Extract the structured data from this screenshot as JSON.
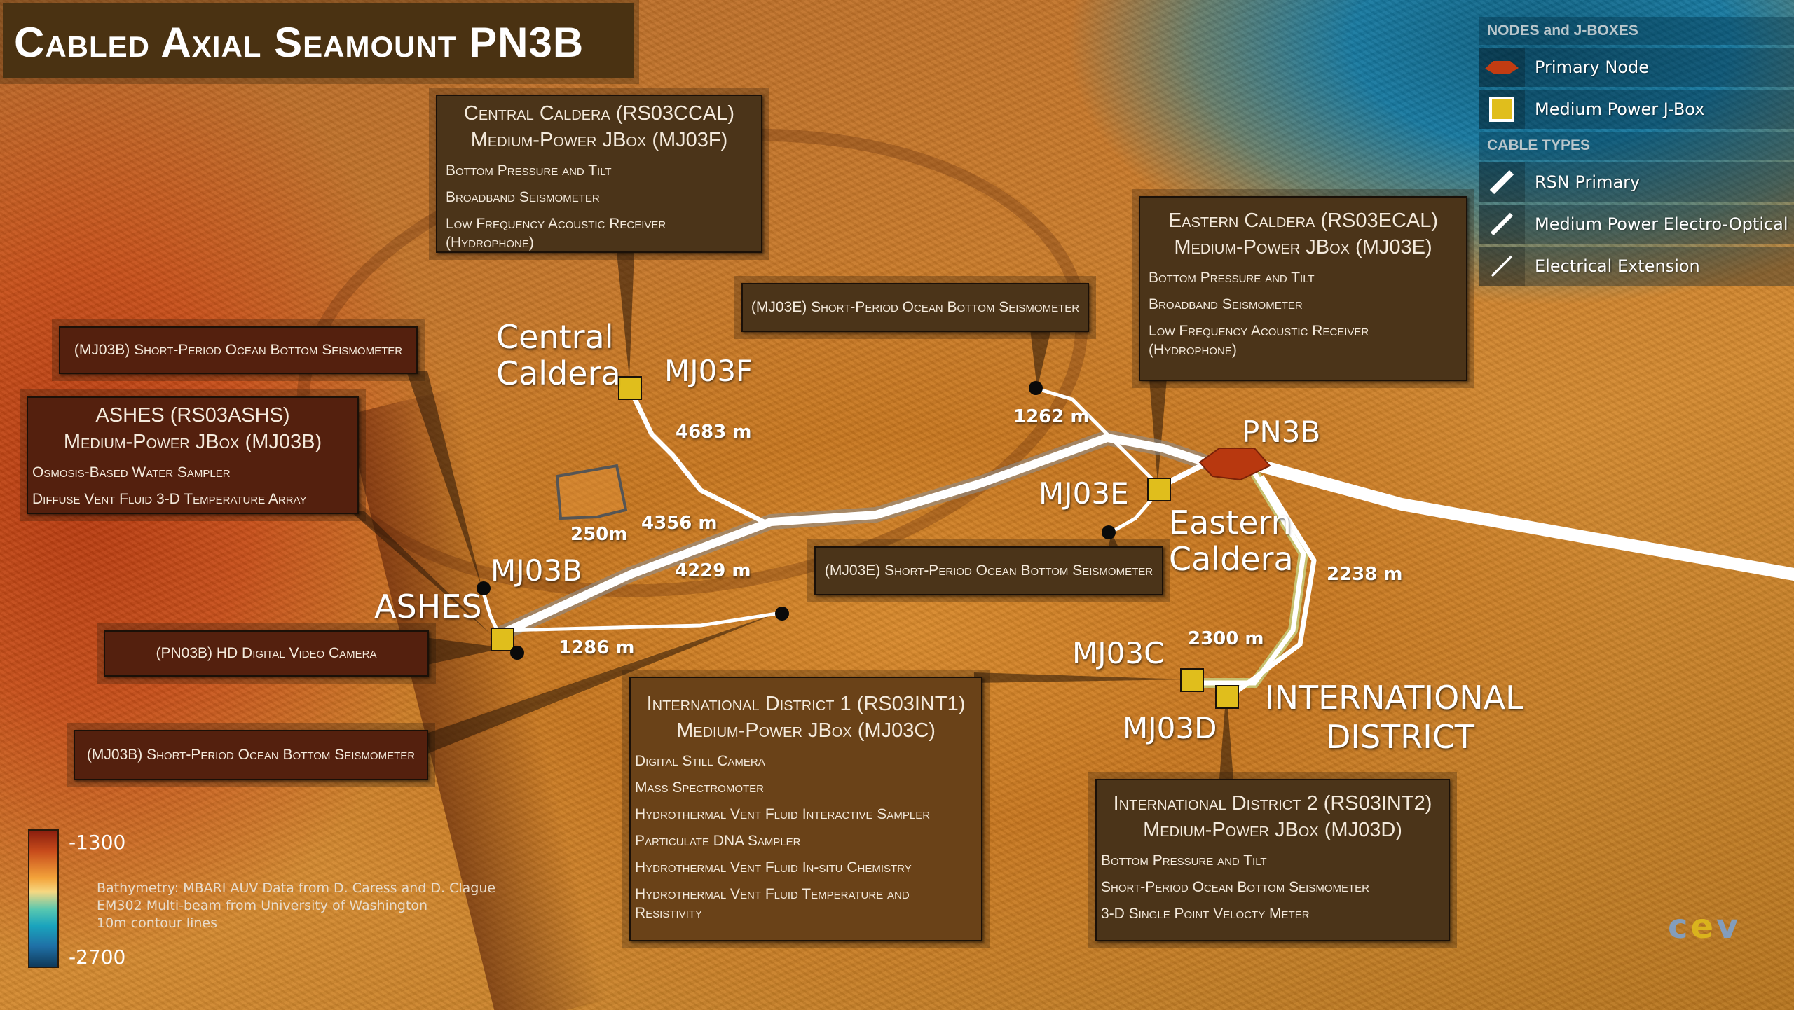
{
  "title": "Cabled Axial Seamount PN3B",
  "legend": {
    "nodes_heading": "NODES and J-BOXES",
    "nodes": [
      {
        "icon": "primary-node-icon",
        "label": "Primary Node",
        "color": "#c23c12"
      },
      {
        "icon": "jbox-icon",
        "label": "Medium Power J-Box",
        "color": "#e0be1c"
      }
    ],
    "cables_heading": "CABLE TYPES",
    "cables": [
      {
        "icon": "rsn-primary-cable-icon",
        "label": "RSN Primary"
      },
      {
        "icon": "medium-power-cable-icon",
        "label": "Medium Power Electro-Optical"
      },
      {
        "icon": "electrical-extension-cable-icon",
        "label": "Electrical Extension"
      }
    ]
  },
  "sites": {
    "central": {
      "head1": "Central Caldera (RS03CCAL)",
      "head2": "Medium-Power JBox (MJ03F)",
      "items": [
        "Bottom Pressure and Tilt",
        "Broadband Seismometer",
        "Low Frequency Acoustic Receiver (Hydrophone)"
      ]
    },
    "eastern": {
      "head1": "Eastern Caldera (RS03ECAL)",
      "head2": "Medium-Power JBox (MJ03E)",
      "items": [
        "Bottom Pressure and Tilt",
        "Broadband Seismometer",
        "Low Frequency Acoustic Receiver (Hydrophone)"
      ]
    },
    "ashes": {
      "head1": "ASHES (RS03ASHS)",
      "head2": "Medium-Power JBox (MJ03B)",
      "items": [
        "Osmosis-Based Water Sampler",
        "Diffuse Vent Fluid 3-D Temperature Array"
      ]
    },
    "intl1": {
      "head1": "International District 1 (RS03INT1)",
      "head2": "Medium-Power JBox (MJ03C)",
      "items": [
        "Digital Still Camera",
        "Mass Spectromoter",
        "Hydrothermal Vent Fluid Interactive Sampler",
        "Particulate DNA Sampler",
        "Hydrothermal Vent Fluid In-situ Chemistry",
        "Hydrothermal Vent Fluid Temperature and Resistivity"
      ]
    },
    "intl2": {
      "head1": "International District 2 (RS03INT2)",
      "head2": "Medium-Power JBox (MJ03D)",
      "items": [
        "Bottom Pressure and Tilt",
        "Short-Period Ocean Bottom Seismometer",
        "3-D Single Point Velocty Meter"
      ]
    }
  },
  "callouts": {
    "mj03b_obs_top": "(MJ03B) Short-Period Ocean Bottom Seismometer",
    "mj03e_obs_top": "(MJ03E) Short-Period Ocean Bottom Seismometer",
    "mj03e_obs_bottom": "(MJ03E) Short-Period Ocean Bottom Seismometer",
    "pn03b_camera": "(PN03B) HD Digital Video Camera",
    "mj03b_obs_bottom": "(MJ03B) Short-Period Ocean Bottom Seismometer"
  },
  "map_labels": {
    "central_caldera_1": "Central",
    "central_caldera_2": "Caldera",
    "eastern_caldera_1": "Eastern",
    "eastern_caldera_2": "Caldera",
    "ashes": "ASHES",
    "intl_1": "INTERNATIONAL",
    "intl_2": "DISTRICT",
    "mj03f": "MJ03F",
    "mj03e": "MJ03E",
    "mj03b": "MJ03B",
    "mj03c": "MJ03C",
    "mj03d": "MJ03D",
    "pn3b": "PN3B"
  },
  "distances": {
    "d4683": "4683 m",
    "d4356": "4356 m",
    "d4229": "4229 m",
    "d1286": "1286 m",
    "d1262": "1262 m",
    "d2238": "2238 m",
    "d2300": "2300 m",
    "d250": "250m"
  },
  "depth_scale": {
    "top": "-1300",
    "bottom": "-2700",
    "colors": [
      "#8a1e0e",
      "#f4a43b",
      "#57c7b0",
      "#1f70a6",
      "#103a5a"
    ]
  },
  "credits": [
    "Bathymetry: MBARI AUV Data from D. Caress and D. Clague",
    "EM302 Multi-beam from University of Washington",
    "10m contour lines"
  ],
  "logo": {
    "pre": "c",
    "mid": "e",
    "post": "v"
  }
}
